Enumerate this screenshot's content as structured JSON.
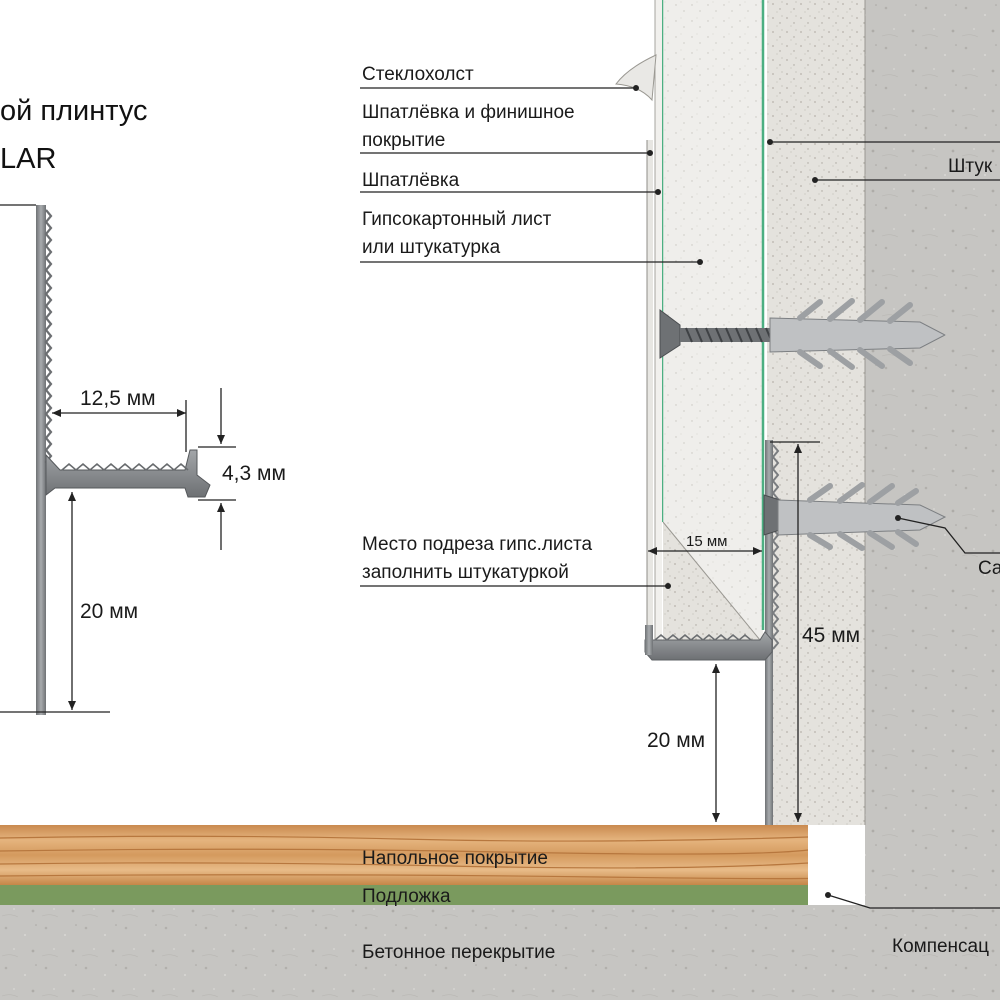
{
  "title": {
    "line1": "ой плинтус",
    "line2": "LAR"
  },
  "left_profile": {
    "dim_width": "12,5 мм",
    "dim_lip": "4,3 мм",
    "dim_height": "20 мм"
  },
  "labels": {
    "fiberglass": "Стеклохолст",
    "putty_finish_1": "Шпатлёвка и финишное",
    "putty_finish_2": "покрытие",
    "putty": "Шпатлёвка",
    "drywall_1": "Гипсокартонный лист",
    "drywall_2": "или штукатурка",
    "cut_1": "Место подреза гипс.листа",
    "cut_2": "заполнить штукатуркой",
    "floor_cover": "Напольное покрытие",
    "underlay": "Подложка",
    "slab": "Бетонное перекрытие",
    "plaster_right": "Штук",
    "dowel_right": "Са",
    "compensator_right": "Компенсац"
  },
  "right_dims": {
    "gap_15": "15 мм",
    "height_45": "45 мм",
    "height_20": "20 мм"
  },
  "colors": {
    "concrete": "#c4c4c2",
    "plaster": "#e3e1dc",
    "drywall": "#ecebe8",
    "wood": "#d9a067",
    "underlay": "#7a9a5e",
    "profile": "#8a8d90",
    "green_edge": "#4caf82"
  }
}
